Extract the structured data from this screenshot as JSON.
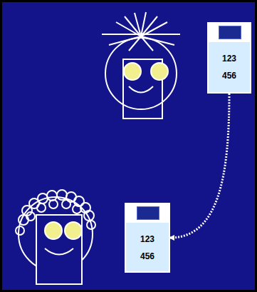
{
  "diagram": {
    "nodes": [
      {
        "text": [
          "123",
          "456"
        ]
      },
      {
        "text": [
          "123",
          "456"
        ]
      }
    ],
    "edges": [
      {
        "from": 0,
        "to": 1,
        "arrow": "to"
      }
    ]
  }
}
